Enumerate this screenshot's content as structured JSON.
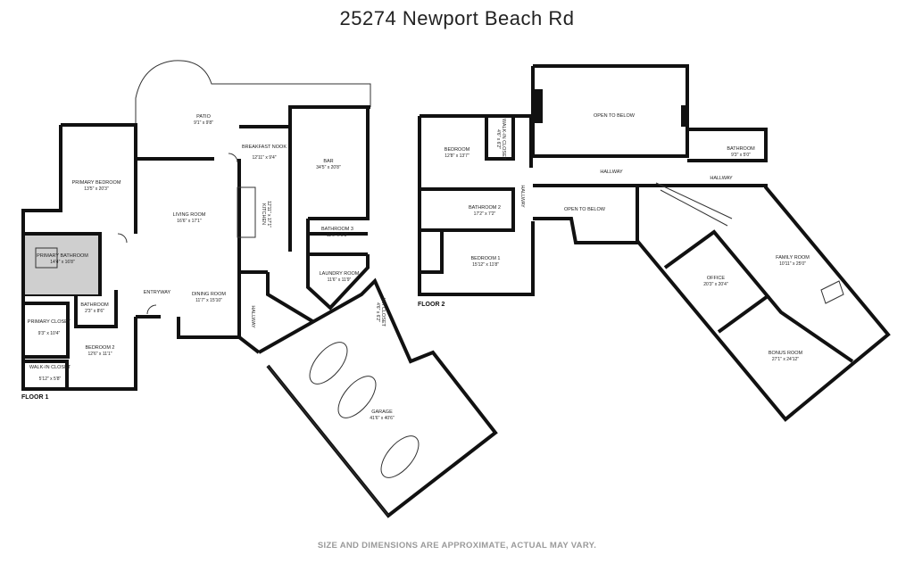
{
  "title": "25274 Newport Beach Rd",
  "disclaimer": "SIZE AND DIMENSIONS ARE APPROXIMATE, ACTUAL MAY VARY.",
  "floor1_label": "FLOOR 1",
  "floor2_label": "FLOOR 2",
  "rooms": {
    "patio": {
      "name": "PATIO",
      "dims": "9'1\" x 9'8\""
    },
    "breakfast_nook": {
      "name": "BREAKFAST NOOK",
      "dims": "12'11\" x 9'4\""
    },
    "bar": {
      "name": "BAR",
      "dims": "34'5\" x 20'8\""
    },
    "primary_bedroom": {
      "name": "PRIMARY BEDROOM",
      "dims": "13'5\" x 20'3\""
    },
    "living_room": {
      "name": "LIVING ROOM",
      "dims": "16'6\" x 17'1\""
    },
    "kitchen": {
      "name": "KITCHEN",
      "dims": "12'11\" x 17'1\""
    },
    "bathroom3": {
      "name": "BATHROOM 3",
      "dims": "11'6\" x 5'3\""
    },
    "primary_bathroom": {
      "name": "PRIMARY BATHROOM",
      "dims": "14'4\" x 16'8\""
    },
    "laundry_room": {
      "name": "LAUNDRY ROOM",
      "dims": "11'6\" x 11'9\""
    },
    "entryway": {
      "name": "ENTRYWAY"
    },
    "dining_room": {
      "name": "DINING ROOM",
      "dims": "11'7\" x 15'10\""
    },
    "bathroom_f1": {
      "name": "BATHROOM",
      "dims": "2'3\" x 8'6\""
    },
    "primary_closet": {
      "name": "PRIMARY CLOSET",
      "dims": "9'3\" x 10'4\""
    },
    "bedroom2_f1": {
      "name": "BEDROOM 2",
      "dims": "12'6\" x 11'1\""
    },
    "walkin_closet_f1": {
      "name": "WALK-IN CLOSET",
      "dims": "5'12\" x 5'8\""
    },
    "hallway_f1": {
      "name": "HALLWAY"
    },
    "walkin_closet_small": {
      "name": "W/I CLOSET",
      "dims": "4'6\" x 6'2\""
    },
    "garage": {
      "name": "GARAGE",
      "dims": "41'6\" x 40'6\""
    },
    "bedroom_f2": {
      "name": "BEDROOM",
      "dims": "12'8\" x 13'7\""
    },
    "walkin_closet_f2": {
      "name": "WALK-IN CLOSET",
      "dims": "4'6\" x 6'2\""
    },
    "open_to_below_top": {
      "name": "OPEN TO BELOW"
    },
    "bathroom_f2": {
      "name": "BATHROOM",
      "dims": "9'3\" x 5'0\""
    },
    "hallway_f2": {
      "name": "HALLWAY"
    },
    "hallway_f2_right": {
      "name": "HALLWAY"
    },
    "bathroom2_f2": {
      "name": "BATHROOM 2",
      "dims": "17'2\" x 7'2\""
    },
    "hallway_f2_vertical": {
      "name": "HALLWAY"
    },
    "open_to_below_mid": {
      "name": "OPEN TO BELOW"
    },
    "bedroom1_f2": {
      "name": "BEDROOM 1",
      "dims": "15'12\" x 11'8\""
    },
    "office": {
      "name": "OFFICE",
      "dims": "20'3\" x 20'4\""
    },
    "family_room": {
      "name": "FAMILY ROOM",
      "dims": "10'11\" x 25'0\""
    },
    "bonus_room": {
      "name": "BONUS ROOM",
      "dims": "27'1\" x 24'12\""
    }
  }
}
